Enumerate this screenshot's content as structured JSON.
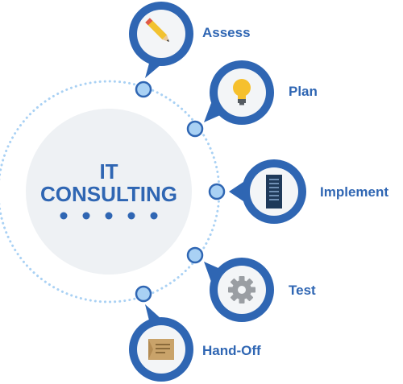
{
  "center": {
    "line1": "IT",
    "line2": "CONSULTING",
    "dot_count": 5
  },
  "steps": [
    {
      "label": "Assess",
      "icon": "pencil-icon"
    },
    {
      "label": "Plan",
      "icon": "lightbulb-icon"
    },
    {
      "label": "Implement",
      "icon": "server-icon"
    },
    {
      "label": "Test",
      "icon": "gear-icon"
    },
    {
      "label": "Hand-Off",
      "icon": "envelope-icon"
    }
  ],
  "colors": {
    "primary_blue": "#2f66b3",
    "connector_fill": "#a9d1f4",
    "center_circle": "#eef1f4",
    "dotted_ring": "#a9d1f4",
    "badge_inner": "#f3f5f7"
  }
}
